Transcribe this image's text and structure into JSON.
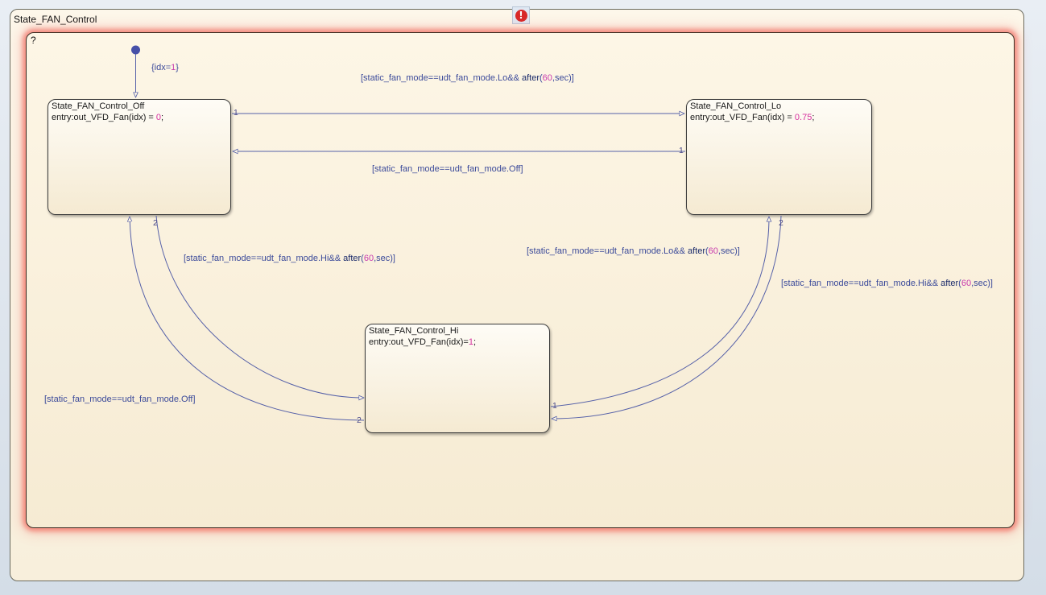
{
  "outer_chart": {
    "title": "State_FAN_Control"
  },
  "error_icon": {
    "glyph": "!"
  },
  "inner_chart": {
    "label": "?"
  },
  "states": {
    "off": {
      "name": "State_FAN_Control_Off",
      "action_prefix": "entry:out_VFD_Fan(idx) = ",
      "action_value": "0",
      "action_suffix": ";"
    },
    "lo": {
      "name": "State_FAN_Control_Lo",
      "action_prefix": "entry:out_VFD_Fan(idx) = ",
      "action_value": "0.75",
      "action_suffix": ";"
    },
    "hi": {
      "name": "State_FAN_Control_Hi",
      "action_prefix": "entry:out_VFD_Fan(idx)=",
      "action_value": "1",
      "action_suffix": ";"
    }
  },
  "default_transition": {
    "prefix": "{idx=",
    "value": "1",
    "suffix": "}"
  },
  "transitions": {
    "off_to_lo": {
      "cond": "[static_fan_mode==udt_fan_mode.Lo&& ",
      "after": "after",
      "n": "60",
      "tail": ",sec)]",
      "order": "1"
    },
    "lo_to_off": {
      "cond": "[static_fan_mode==udt_fan_mode.Off]",
      "order": "1"
    },
    "off_to_hi": {
      "cond": "[static_fan_mode==udt_fan_mode.Hi&& ",
      "after": "after",
      "n": "60",
      "tail": ",sec)]",
      "order": "2"
    },
    "hi_to_off": {
      "cond": "[static_fan_mode==udt_fan_mode.Off]",
      "order": "2"
    },
    "hi_to_lo": {
      "cond": "[static_fan_mode==udt_fan_mode.Lo&& ",
      "after": "after",
      "n": "60",
      "tail": ",sec)]",
      "order": "1"
    },
    "lo_to_hi": {
      "cond": "[static_fan_mode==udt_fan_mode.Hi&& ",
      "after": "after",
      "n": "60",
      "tail": ",sec)]",
      "order": "2"
    }
  },
  "colors": {
    "wire": "#5560a8",
    "highlight": "#f05046",
    "error": "#d82828",
    "number": "#c83cae"
  }
}
